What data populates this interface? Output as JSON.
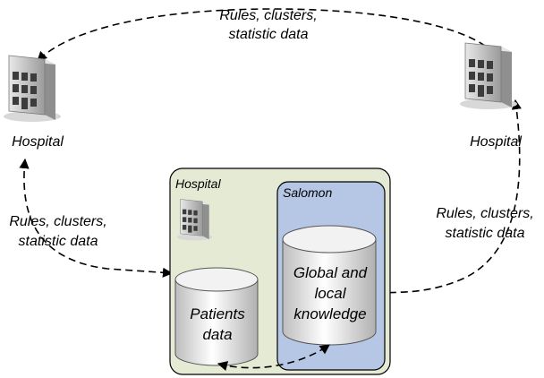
{
  "labels": {
    "top_arrow_line1": "Rules, clusters,",
    "top_arrow_line2": "statistic data",
    "left_hospital": "Hospital",
    "right_hospital": "Hospital",
    "left_arrow_line1": "Rules, clusters,",
    "left_arrow_line2": "statistic data",
    "right_arrow_line1": "Rules, clusters,",
    "right_arrow_line2": "statistic data",
    "inner_hospital": "Hospital",
    "salomon": "Salomon",
    "global_line1": "Global and",
    "global_line2": "local",
    "global_line3": "knowledge",
    "patients_line1": "Patients",
    "patients_line2": "data"
  },
  "colors": {
    "outer_box_fill": "#e4ead4",
    "salomon_box_fill": "#b5c7e4",
    "building": "#c8c8c8",
    "window": "#3c3c3c"
  },
  "icons": [
    "hospital-building-icon",
    "database-cylinder-icon"
  ]
}
